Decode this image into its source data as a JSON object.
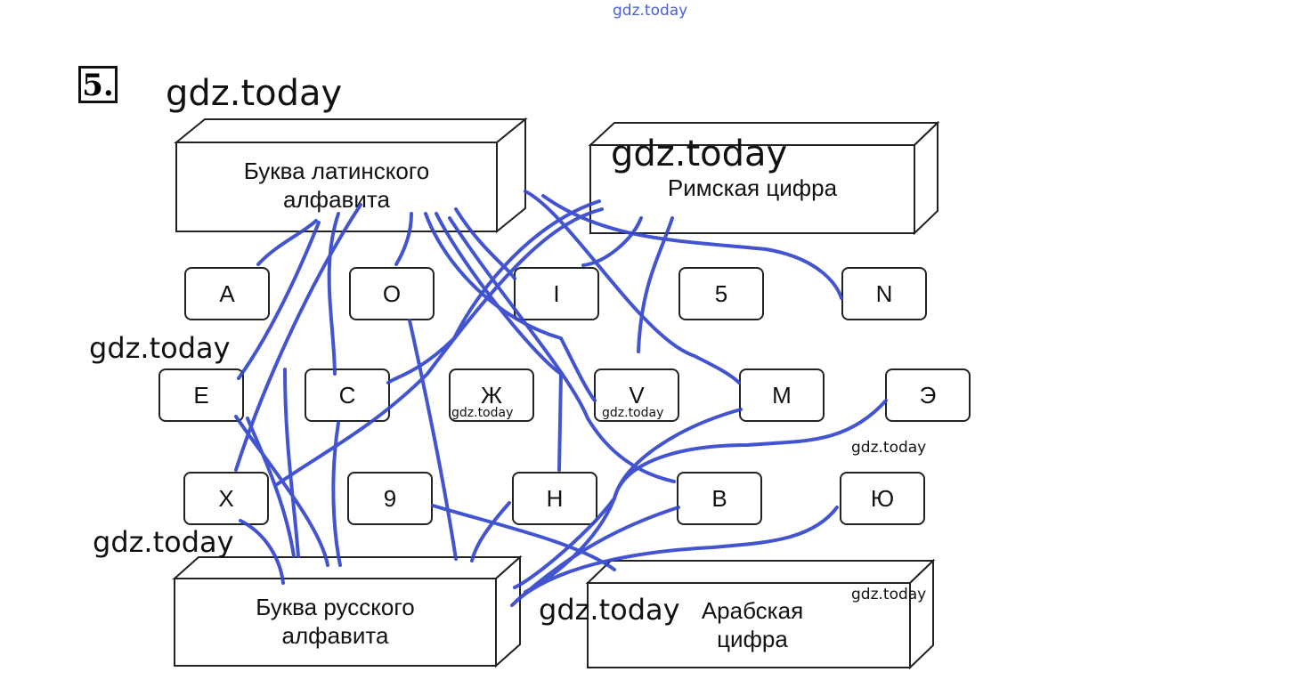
{
  "exercise_number": "5.",
  "watermark": "gdz.today",
  "categories": {
    "latin": [
      "Буква латинского",
      "алфавита"
    ],
    "roman": "Римская цифра",
    "russian": [
      "Буква русского",
      "алфавита"
    ],
    "arabic": [
      "Арабская",
      "цифра"
    ]
  },
  "cards": [
    "A",
    "O",
    "I",
    "5",
    "N",
    "E",
    "C",
    "Ж",
    "V",
    "M",
    "Э",
    "X",
    "9",
    "H",
    "B",
    "Ю"
  ],
  "line_color": "#3346cc"
}
